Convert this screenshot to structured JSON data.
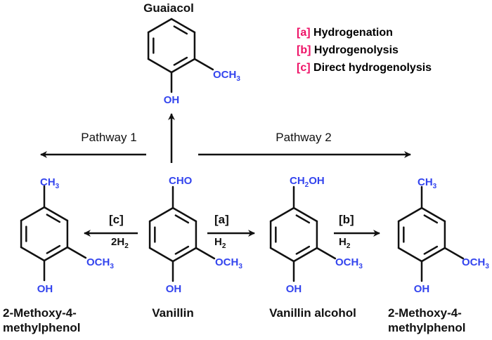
{
  "legend": [
    {
      "tag": "[a]",
      "text": "Hydrogenation"
    },
    {
      "tag": "[b]",
      "text": "Hydrogenolysis"
    },
    {
      "tag": "[c]",
      "text": "Direct hydrogenolysis"
    }
  ],
  "pathways": {
    "p1": "Pathway 1",
    "p2": "Pathway 2"
  },
  "compounds": {
    "guaiacol": "Guaiacol",
    "vanillin": "Vanillin",
    "vanillin_alcohol": "Vanillin alcohol",
    "mmp_left_1": "2-Methoxy-4-",
    "mmp_left_2": "methylphenol",
    "mmp_right_1": "2-Methoxy-4-",
    "mmp_right_2": "methylphenol"
  },
  "groups": {
    "oh": "OH",
    "och": "OCH",
    "ch": "CH",
    "sub3": "3",
    "cho": "CHO",
    "ch2oh_a": "CH",
    "ch2oh_b": "2",
    "ch2oh_c": "OH"
  },
  "reactions": {
    "a": {
      "tag": "[a]",
      "reagent": "H",
      "sub": "2"
    },
    "b": {
      "tag": "[b]",
      "reagent": "H",
      "sub": "2"
    },
    "c": {
      "tag": "[c]",
      "reagent": "2H",
      "sub": "2"
    }
  },
  "colors": {
    "group": "#3344ee",
    "tag": "#ee1166",
    "line": "#111111"
  }
}
